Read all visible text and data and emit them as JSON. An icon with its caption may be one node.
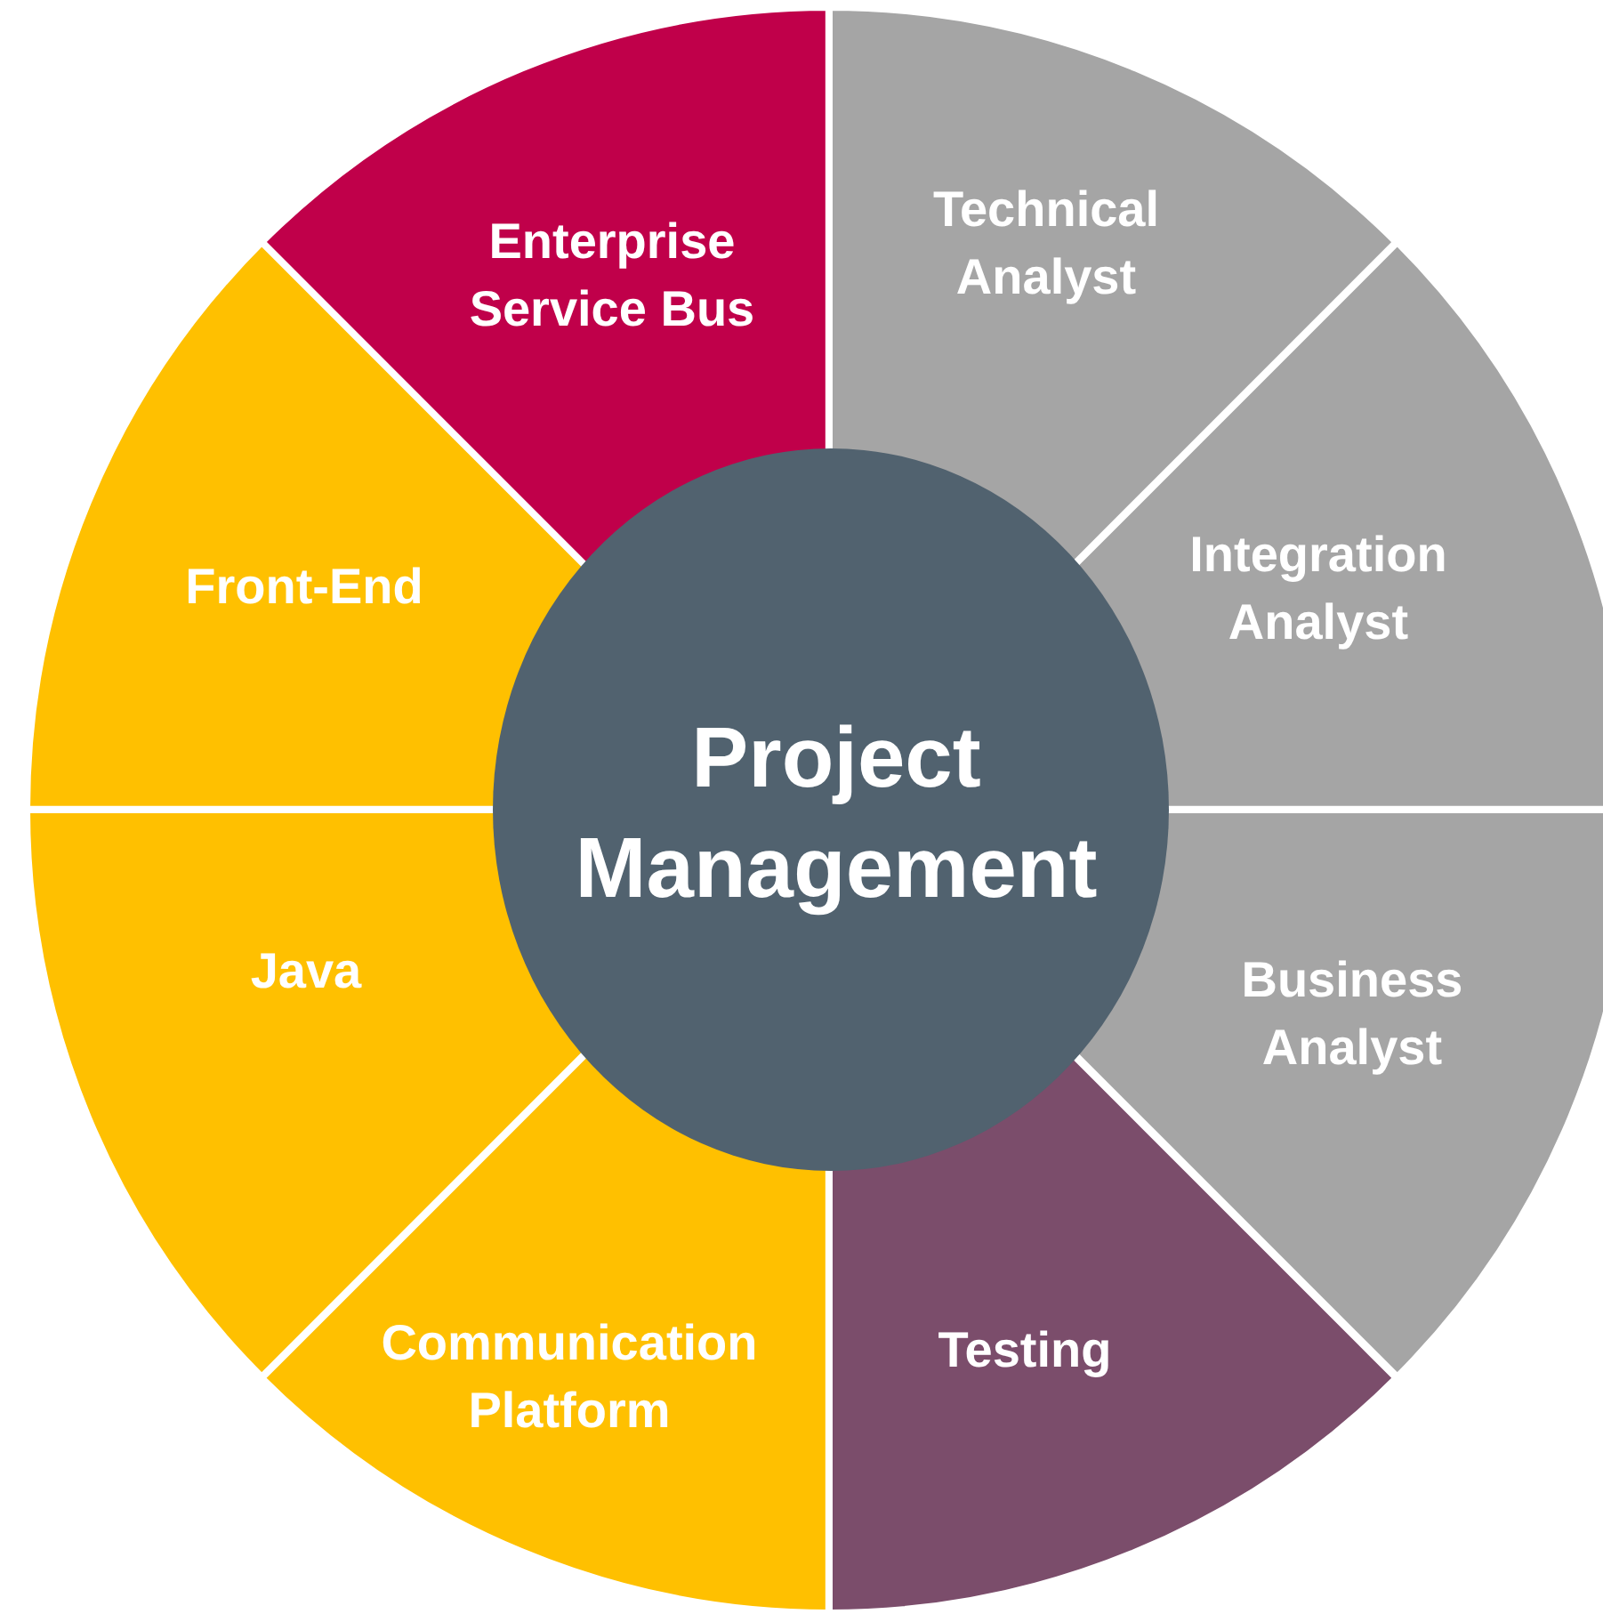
{
  "diagram": {
    "nodes": [
      {
        "text": [
          "Enterprise Service Bus"
        ]
      },
      {
        "text": [
          "Technical Analyst"
        ]
      },
      {
        "text": [
          "Front-End"
        ]
      },
      {
        "text": [
          "Integration Analyst"
        ]
      },
      {
        "text": [
          "Project Management"
        ]
      },
      {
        "text": [
          "Java"
        ]
      },
      {
        "text": [
          "Business Analyst"
        ]
      },
      {
        "text": [
          "Communication Platform"
        ]
      },
      {
        "text": [
          "Testing"
        ]
      }
    ],
    "edges": []
  }
}
